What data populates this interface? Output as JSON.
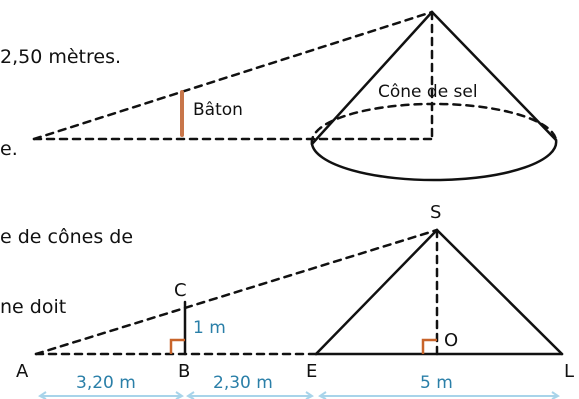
{
  "text_fragments": {
    "line1": "2,50 mètres.",
    "line2": "e.",
    "line3": "e de cônes de",
    "line4": "ne doit"
  },
  "top_figure": {
    "label_baton": "Bâton",
    "label_cone": "Cône de sel"
  },
  "bottom_figure": {
    "points": {
      "S": "S",
      "C": "C",
      "O": "O",
      "A": "A",
      "B": "B",
      "E": "E",
      "L": "L"
    },
    "label_BC": "1 m",
    "dim_AB": "3,20 m",
    "dim_BE": "2,30 m",
    "dim_EL": "5 m"
  },
  "colors": {
    "ink": "#111111",
    "baton": "#c8764a",
    "right_angle": "#c8642a",
    "measure_text": "#2a7fa8",
    "arrow": "#a8d4ea"
  }
}
